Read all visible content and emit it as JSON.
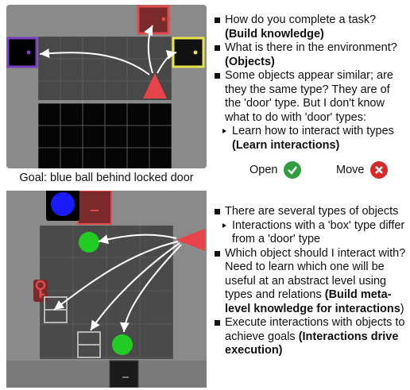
{
  "top": {
    "goal": "Goal: blue ball behind locked door",
    "bullets": [
      {
        "q": "How do you complete a task?",
        "a": "(Build knowledge)"
      },
      {
        "q": "What is there in the environment?",
        "a": "(Objects)"
      },
      {
        "q": "Some objects appear similar; are they the same type? They are of the 'door' type. But I don't know what to do with 'door' types:",
        "a": ""
      }
    ],
    "sub": {
      "q": "Learn how to interact with types",
      "a": "(Learn interactions)"
    },
    "actions": [
      {
        "label": "Open",
        "icon": "check-icon",
        "color": "#2e9e3e"
      },
      {
        "label": "Move",
        "icon": "cross-icon",
        "color": "#d62b2b"
      }
    ]
  },
  "bottom": {
    "bullet1": "There are several types of objects",
    "sub1": "Interactions with a 'box' type differ from a 'door' type",
    "bullet2_pre": "Which object should I interact with? Need to learn which one will be useful at an abstract level using types and relations",
    "bullet2_bold": "(Build meta-level knowledge for interactions",
    "bullet2_post": ")",
    "bullet3_pre": "Execute interactions with objects to achieve goals",
    "bullet3_bold": "(Interactions drive execution)"
  },
  "colors": {
    "grid_bg": "#6e6e6e",
    "wall": "#7d7d7d",
    "floor": "#000000",
    "agent": "#e8434a",
    "door_red": "#e04b4b",
    "door_purple": "#7b3fc2",
    "door_yellow": "#e3e34a",
    "ball_green": "#22cc22",
    "ball_blue": "#1a1aff",
    "key_red": "#e04b4b"
  }
}
